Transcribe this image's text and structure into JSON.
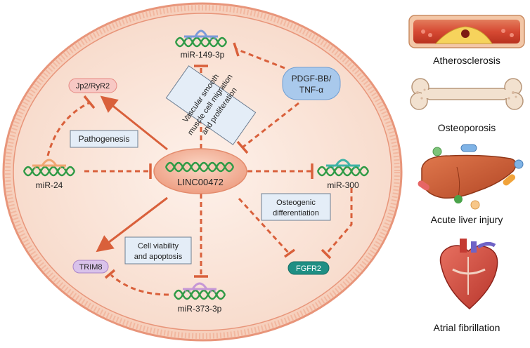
{
  "center": {
    "label": "LINC00472"
  },
  "mirnas": {
    "mir149": "miR-149-3p",
    "mir24": "miR-24",
    "mir300": "miR-300",
    "mir373": "miR-373-3p"
  },
  "targets": {
    "jp2": "Jp2/RyR2",
    "trim8": "TRIM8",
    "fgfr2": "FGFR2",
    "pdgf_line1": "PDGF-BB/",
    "pdgf_line2": "TNF-α"
  },
  "processes": {
    "pathogenesis": "Pathogenesis",
    "vascular_lines": [
      "Vascular smooth",
      "muscle cell migration",
      "and proliferation"
    ],
    "osteogenic_lines": [
      "Osteogenic",
      "differentiation"
    ],
    "viability_lines": [
      "Cell viability",
      "and apoptosis"
    ]
  },
  "diseases": {
    "atherosclerosis": "Atherosclerosis",
    "osteoporosis": "Osteoporosis",
    "liver": "Acute liver injury",
    "afib": "Atrial fibrillation"
  },
  "colors": {
    "arrow": "#d9603b",
    "membrane_bg": "#fbe8df",
    "membrane_ring": "#e8957a",
    "lnc_fill": "#f3b49a",
    "rna_green": "#2e9a45"
  }
}
